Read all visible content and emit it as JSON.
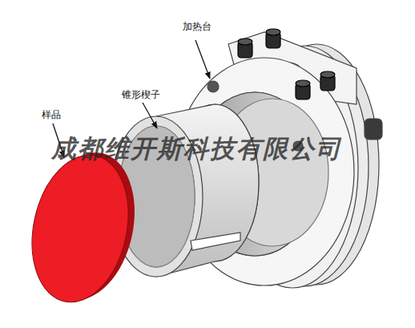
{
  "diagram": {
    "labels": [
      "加热台",
      "锥形楔子",
      "样品",
      "成都维开斯科技有限公司"
    ]
  }
}
